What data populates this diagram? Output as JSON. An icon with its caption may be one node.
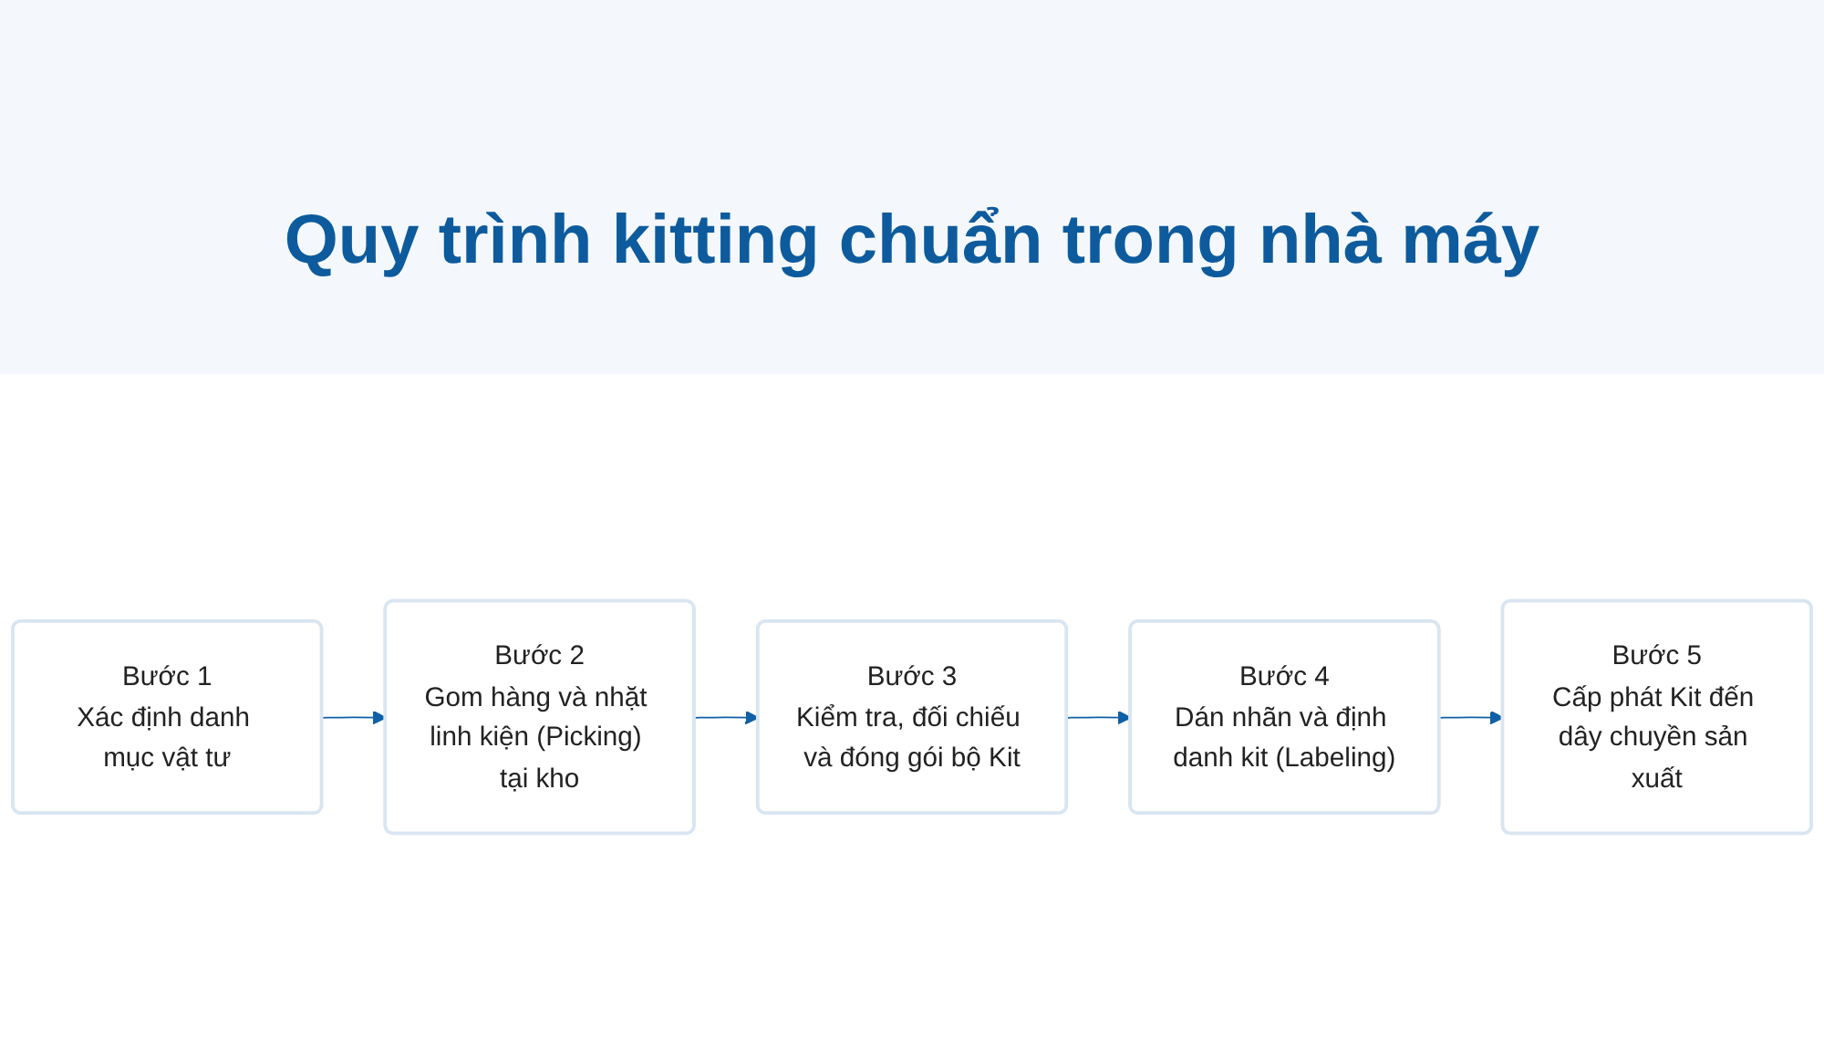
{
  "diagram": {
    "title": "Quy trình kitting chuẩn trong nhà máy",
    "nodes": [
      {
        "text": [
          "Bước 1",
          "Xác định danh mục vật tư"
        ]
      },
      {
        "text": [
          "Bước 2",
          "Gom hàng và nhặt linh kiện (Picking) tại kho"
        ]
      },
      {
        "text": [
          "Bước 3",
          "Kiểm tra, đối chiếu và đóng gói bộ Kit"
        ]
      },
      {
        "text": [
          "Bước 4",
          "Dán nhãn và định danh kit (Labeling)"
        ]
      },
      {
        "text": [
          "Bước 5",
          "Cấp phát Kit đến dây chuyền sản xuất"
        ]
      }
    ],
    "edges": [
      {
        "from": 0,
        "to": 1,
        "arrow": "to"
      },
      {
        "from": 1,
        "to": 2,
        "arrow": "to"
      },
      {
        "from": 2,
        "to": 3,
        "arrow": "to"
      },
      {
        "from": 3,
        "to": 4,
        "arrow": "to"
      }
    ]
  }
}
